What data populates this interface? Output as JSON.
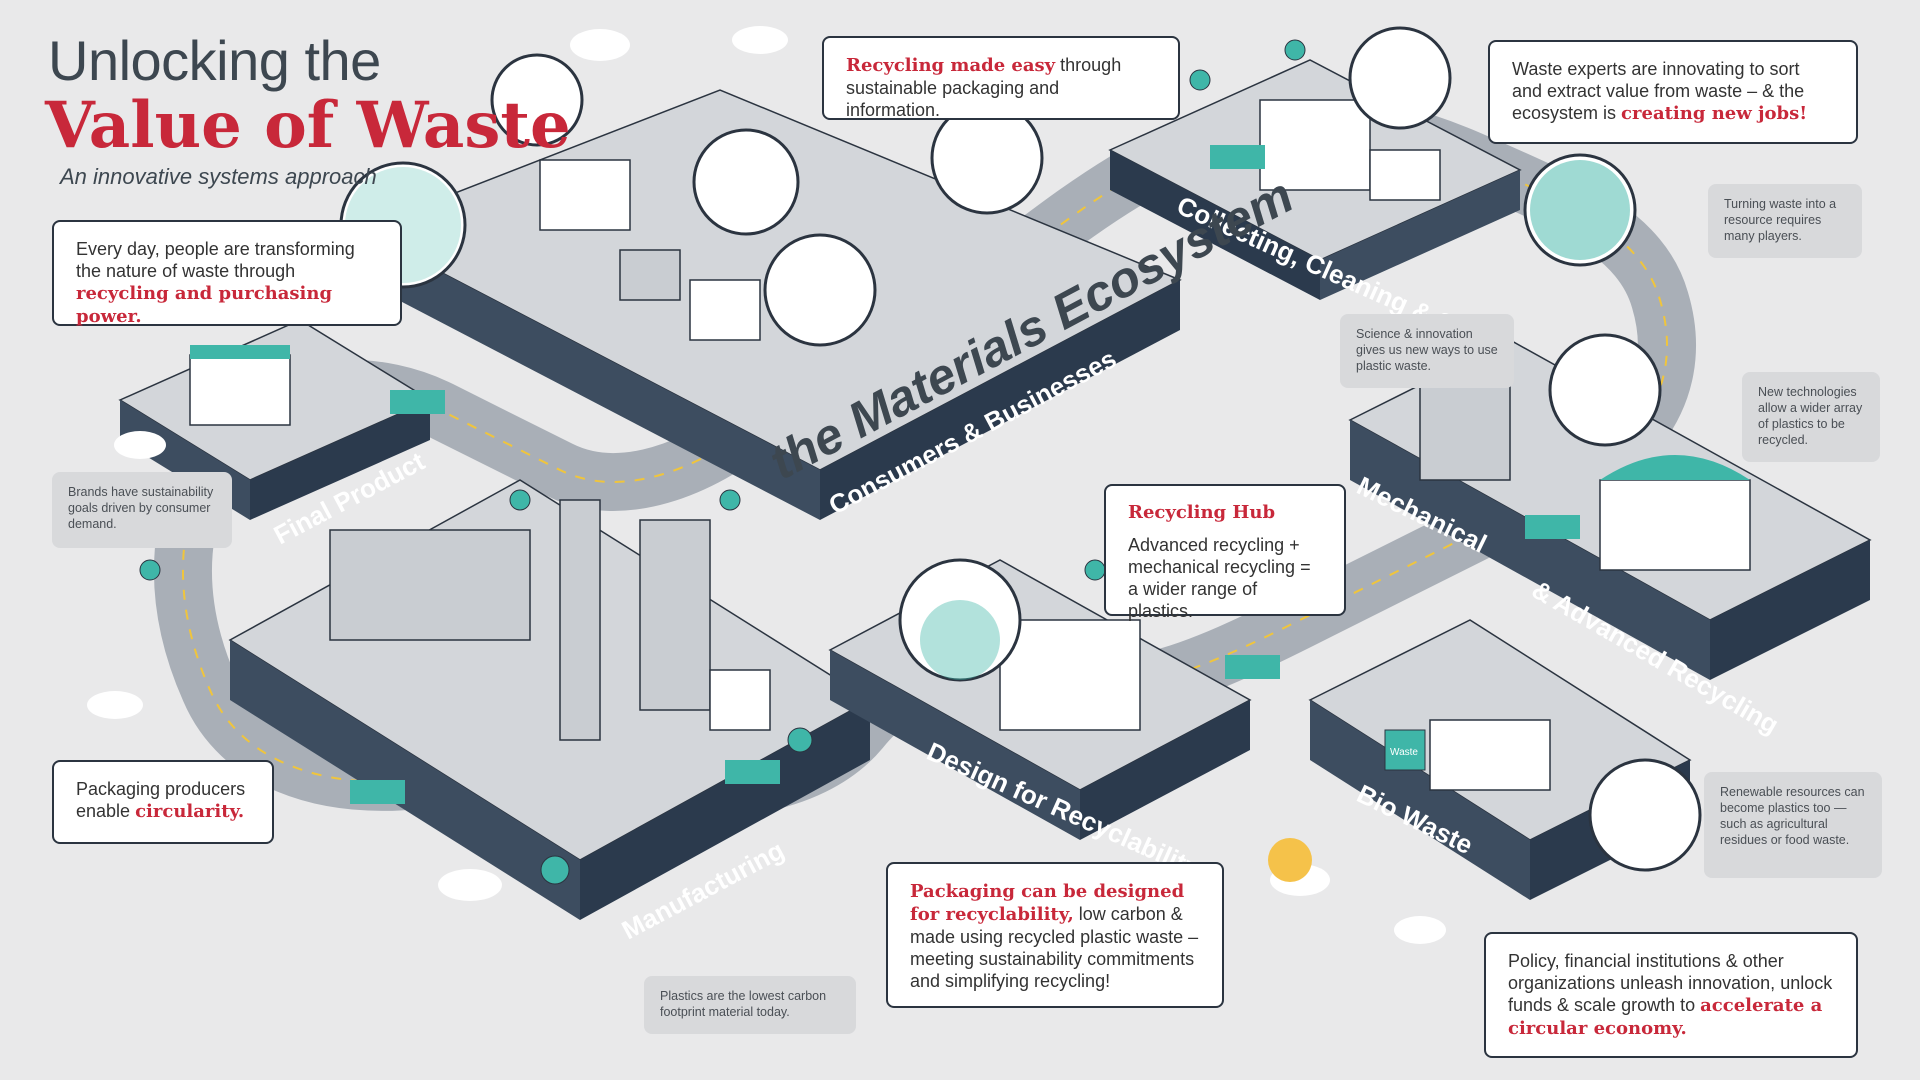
{
  "header": {
    "title_line1": "Unlocking the",
    "title_line2": "Value of Waste",
    "subtitle": "An innovative systems approach"
  },
  "center_label": "the Materials Ecosystem",
  "platforms": {
    "final_product": "Final Product",
    "consumers": "Consumers & Businesses",
    "collecting": "Collecting, Cleaning & Sorting",
    "mechanical": "Mechanical",
    "advanced": "& Advanced Recycling",
    "design": "Design for Recyclability",
    "manufacturing": "Manufacturing",
    "bio_waste": "Bio Waste"
  },
  "callouts": {
    "every_day": {
      "text": "Every day, people are transforming the nature of waste through",
      "emphasis": "recycling and purchasing power."
    },
    "recycling_easy": {
      "emphasis": "Recycling made easy",
      "text": "through sustainable packaging and information."
    },
    "waste_experts": {
      "text": "Waste experts are innovating to sort and extract value from waste – & the ecosystem is",
      "emphasis": "creating new jobs!"
    },
    "recycling_hub": {
      "heading": "Recycling Hub",
      "text": "Advanced recycling + mechanical recycling = a wider range of plastics."
    },
    "packaging_producers": {
      "text": "Packaging producers enable",
      "emphasis": "circularity."
    },
    "packaging_designed": {
      "emphasis": "Packaging can be designed for recyclability,",
      "text": "low carbon & made using recycled plastic waste – meeting sustainability commitments and simplifying recycling!"
    },
    "policy": {
      "text": "Policy, financial institutions & other organizations unleash innovation, unlock funds & scale growth to",
      "emphasis": "accelerate a circular economy."
    }
  },
  "notes": {
    "brands": "Brands have sustainability goals driven by consumer demand.",
    "science": "Science & innovation gives us new ways to use plastic waste.",
    "turning": "Turning waste into a resource requires many players.",
    "new_tech": "New technologies allow a wider array of plastics to be recycled.",
    "renewable": "Renewable resources can become plastics too — such as agricultural residues or food waste.",
    "lowest_carbon": "Plastics are the lowest carbon footprint material today."
  },
  "bin_label": "Waste",
  "colors": {
    "accent_red": "#c8283a",
    "teal": "#3fb6a8",
    "navy": "#2b3a4d",
    "road_grey": "#a9afb7",
    "background": "#e9e9ea"
  }
}
